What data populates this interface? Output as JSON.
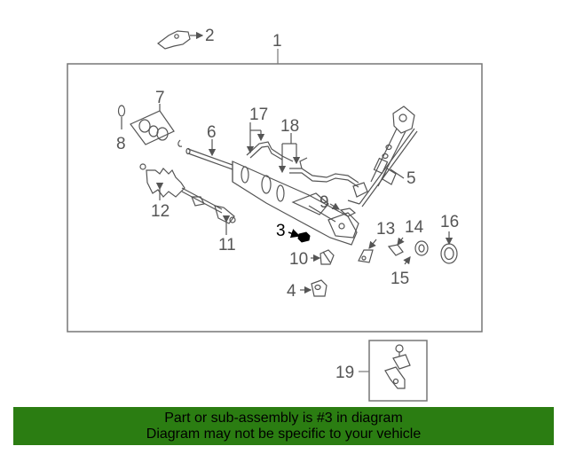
{
  "diagram": {
    "callouts": {
      "c1": "1",
      "c2": "2",
      "c3": "3",
      "c4": "4",
      "c5": "5",
      "c6": "6",
      "c7": "7",
      "c8": "8",
      "c9": "9",
      "c10": "10",
      "c11": "11",
      "c12": "12",
      "c13": "13",
      "c14": "14",
      "c15": "15",
      "c16": "16",
      "c17": "17",
      "c18": "18",
      "c19": "19"
    },
    "highlight_color": "#000000",
    "part_color": "#555555"
  },
  "banner": {
    "line1": "Part or sub-assembly is #3 in diagram",
    "line2": "Diagram may not be specific to your vehicle",
    "background": "#2b7d12"
  }
}
